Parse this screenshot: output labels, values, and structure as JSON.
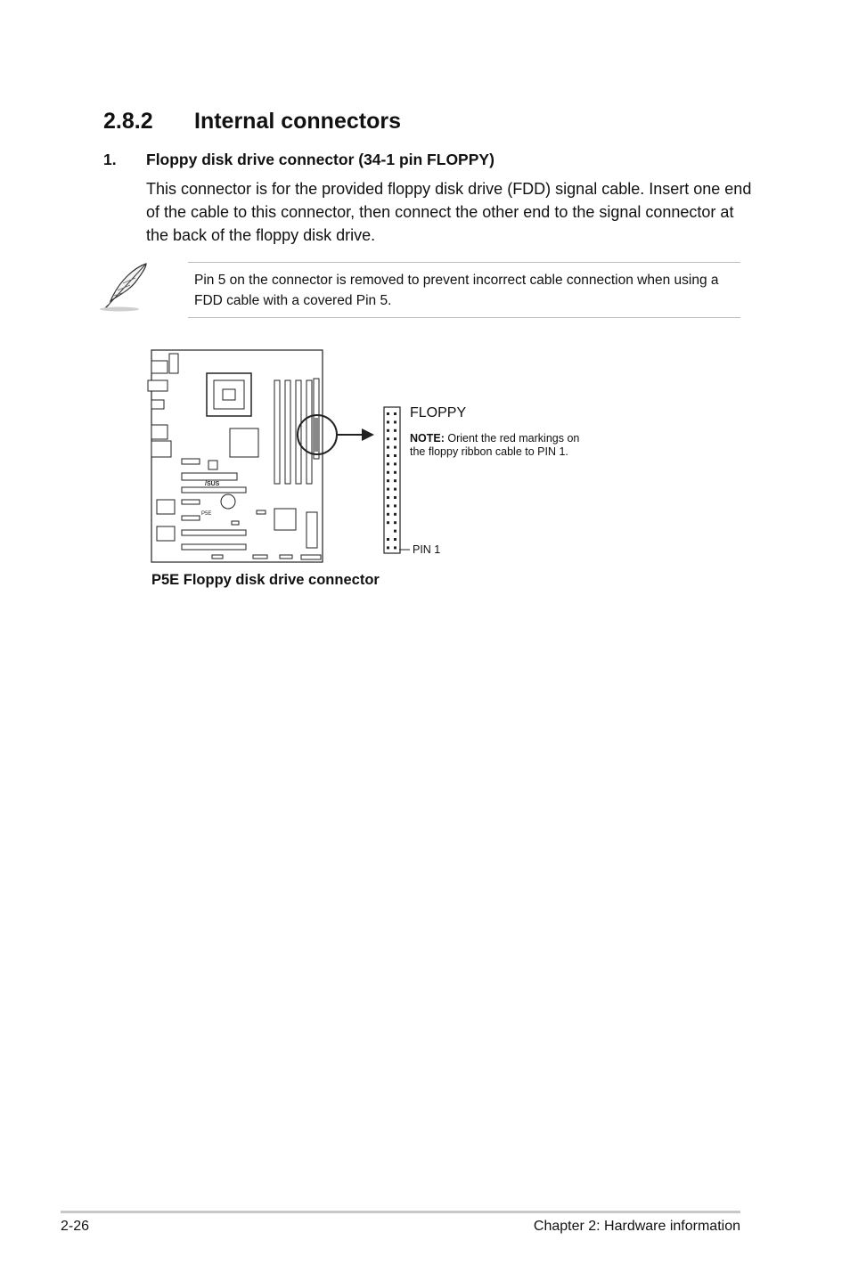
{
  "section": {
    "number": "2.8.2",
    "title": "Internal connectors"
  },
  "item": {
    "number": "1.",
    "title": "Floppy disk drive connector (34-1 pin FLOPPY)",
    "body": "This connector is for the provided floppy disk drive (FDD) signal cable. Insert one end of the cable to this connector, then connect the other end to the signal connector at the back of the floppy disk drive."
  },
  "note": {
    "icon": "feather-quill-icon",
    "text": "Pin 5 on the connector is removed to prevent incorrect cable connection when using a FDD cable with a covered Pin 5."
  },
  "diagram": {
    "board_label": "P5E",
    "board_logo": "/SUS",
    "connector_label": "FLOPPY",
    "note_bold": "NOTE:",
    "note_line1": " Orient the red markings on",
    "note_line2": "the floppy ribbon cable to PIN 1.",
    "pin_label": "PIN 1",
    "caption": "P5E Floppy disk drive connector"
  },
  "footer": {
    "page": "2-26",
    "chapter": "Chapter 2: Hardware information"
  }
}
